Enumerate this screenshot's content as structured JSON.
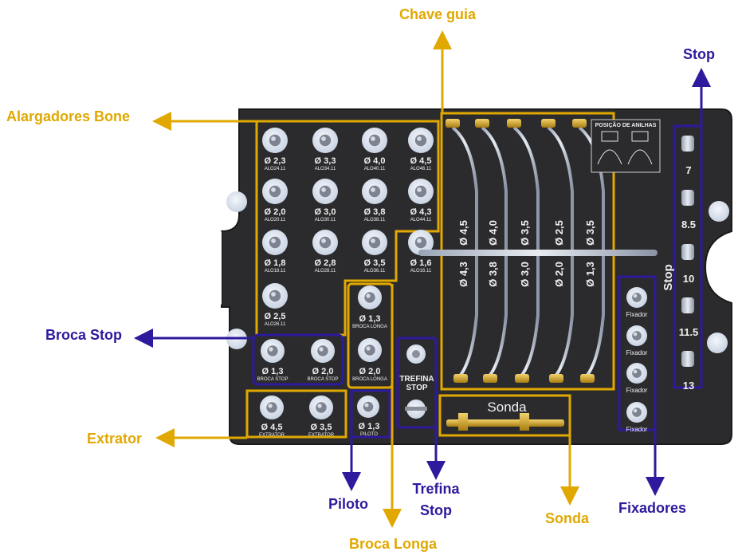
{
  "colors": {
    "gold": "#E0A800",
    "navy": "#2D1A9C",
    "tray": "#2b2b2d",
    "pad": "#dfe6f1"
  },
  "callouts": {
    "chave_guia": "Chave guia",
    "stop": "Stop",
    "alargadores": "Alargadores Bone",
    "broca_stop": "Broca Stop",
    "extrator": "Extrator",
    "piloto": "Piloto",
    "trefina_line1": "Trefina",
    "trefina_line2": "Stop",
    "broca_longa": "Broca Longa",
    "sonda": "Sonda",
    "fixadores": "Fixadores"
  },
  "tray": {
    "reamers": [
      {
        "size": "Ø 2,3",
        "code": "ALO24.11"
      },
      {
        "size": "Ø 3,3",
        "code": "ALO34.11"
      },
      {
        "size": "Ø 4,0",
        "code": "ALO40.11"
      },
      {
        "size": "Ø 4,5",
        "code": "ALO46.11"
      },
      {
        "size": "Ø 2,0",
        "code": "ALO20.11"
      },
      {
        "size": "Ø 3,0",
        "code": "ALO30.11"
      },
      {
        "size": "Ø 3,8",
        "code": "ALO38.11"
      },
      {
        "size": "Ø 4,3",
        "code": "ALO44.11"
      },
      {
        "size": "Ø 1,8",
        "code": "ALO18.11"
      },
      {
        "size": "Ø 2,8",
        "code": "ALO28.11"
      },
      {
        "size": "Ø 3,5",
        "code": "ALO36.11"
      },
      {
        "size": "Ø 1,6",
        "code": "ALO16.11"
      },
      {
        "size": "Ø 2,5",
        "code": "ALO26.11"
      }
    ],
    "broca_stop": [
      {
        "size": "Ø 1,3",
        "code": "BROCA STOP"
      },
      {
        "size": "Ø 2,0",
        "code": "BROCA STOP"
      }
    ],
    "broca_longa": [
      {
        "size": "Ø 1,3",
        "code": "BROCA LONGA"
      },
      {
        "size": "Ø 2,0",
        "code": "BROCA LONGA"
      }
    ],
    "extrator": [
      {
        "size": "Ø 4,5",
        "code": "EXTRATOR"
      },
      {
        "size": "Ø 3,5",
        "code": "EXTRATOR"
      }
    ],
    "piloto": {
      "size": "Ø 1,3",
      "code": "PILOTO"
    },
    "trefina_label_1": "TREFINA",
    "trefina_label_2": "STOP",
    "sonda_label": "Sonda",
    "posicao_label": "POSIÇÃO DE ANILHAS",
    "guide_top": [
      "Ø 4,5",
      "Ø 4,0",
      "Ø 3,5",
      "Ø 2,5",
      "Ø 3,5"
    ],
    "guide_bottom": [
      "Ø 4,3",
      "Ø 3,8",
      "Ø 3,0",
      "Ø 2,0",
      "Ø 1,3"
    ],
    "stop_word": "Stop",
    "stops": [
      "7",
      "8.5",
      "10",
      "11.5",
      "13"
    ],
    "fixadores": [
      "Fixador",
      "Fixador",
      "Fixador",
      "Fixador"
    ]
  }
}
